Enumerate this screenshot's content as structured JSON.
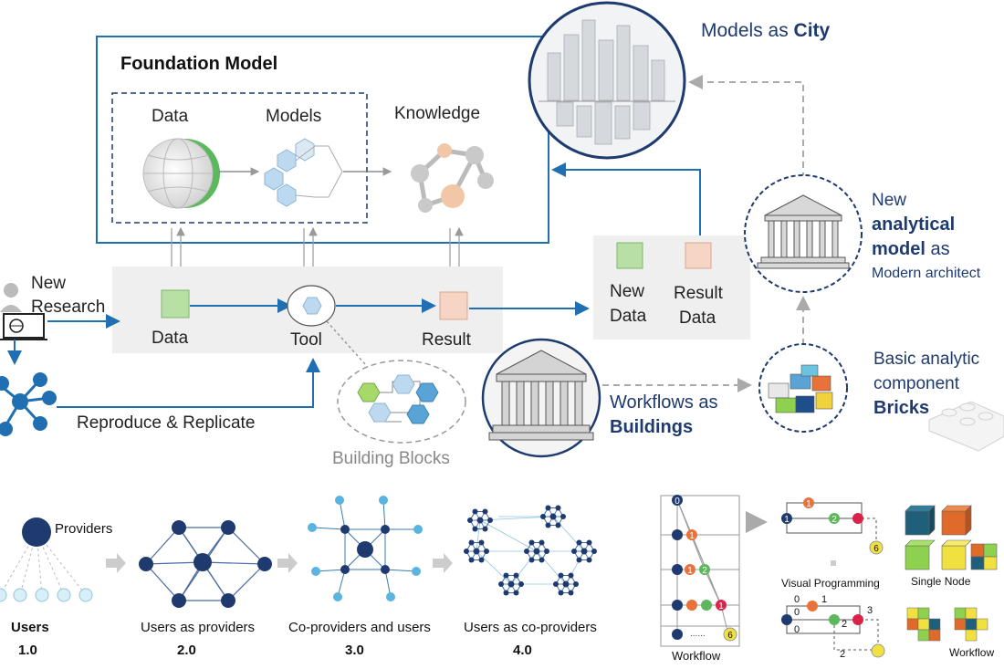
{
  "foundation": {
    "title": "Foundation Model",
    "data": "Data",
    "models": "Models",
    "knowledge": "Knowledge"
  },
  "pipeline": {
    "new_line1": "New",
    "new_line2": "Research",
    "data": "Data",
    "tool": "Tool",
    "result": "Result",
    "new_data_1": "New",
    "new_data_2": "Data",
    "result_data_1": "Result",
    "result_data_2": "Data",
    "reproduce": "Reproduce & Replicate",
    "building_blocks": "Building Blocks"
  },
  "metaphor": {
    "models_as": "Models as ",
    "city": "City",
    "new_label": "New",
    "analytical": "analytical",
    "model": "model",
    "as": " as",
    "modern_architect": "Modern architect",
    "workflows_as": "Workflows as",
    "buildings": "Buildings",
    "basic_analytic": "Basic analytic",
    "component": "component",
    "bricks": "Bricks"
  },
  "evolution": {
    "providers": "Providers",
    "stages": [
      {
        "label": "Users",
        "version": "1.0"
      },
      {
        "label": "Users as providers",
        "version": "2.0"
      },
      {
        "label": "Co-providers and users",
        "version": "3.0"
      },
      {
        "label": "Users as co-providers",
        "version": "4.0"
      }
    ]
  },
  "workflow": {
    "workflow_label": "Workflow",
    "visual_programming": "Visual Programming",
    "single_node": "Single Node",
    "workflow_label2": "Workflow",
    "nodes": [
      "0",
      "1",
      "1",
      "2",
      "1",
      "6"
    ],
    "vp_nodes": [
      "1",
      "1",
      "2",
      "6"
    ],
    "vp2_nums": [
      "0",
      "0",
      "0",
      "1",
      "2",
      "3",
      "2"
    ],
    "dots": "......"
  },
  "colors": {
    "primary_blue": "#1f6fb2",
    "navy": "#1e3a6e",
    "green_box": "#b8e0a4",
    "peach_box": "#f7d5c5"
  }
}
